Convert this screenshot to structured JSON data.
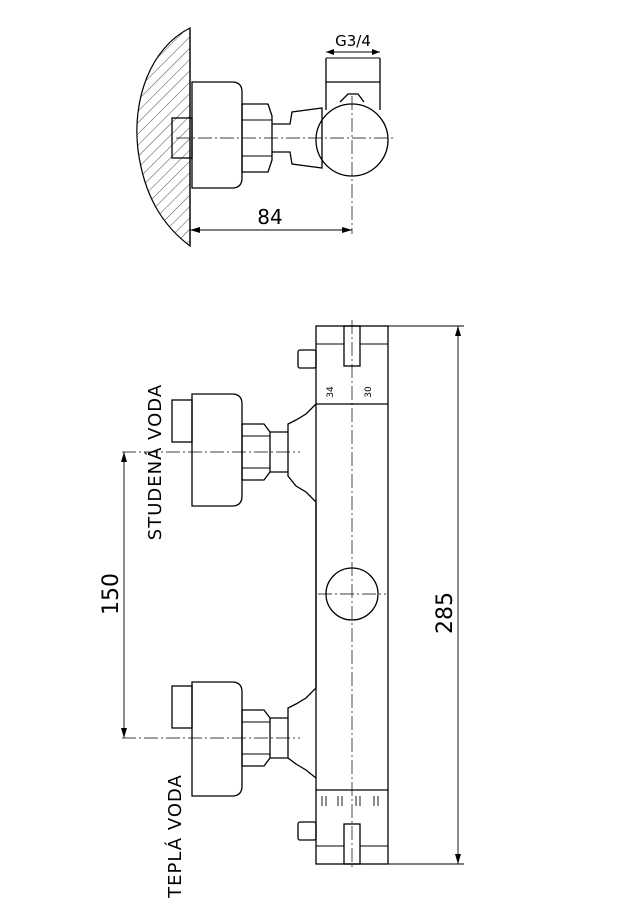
{
  "top_view": {
    "thread_label": "G3/4",
    "depth_dimension": "84"
  },
  "front_view": {
    "cold_inlet_label": "STUDENÁ VODA",
    "hot_inlet_label": "TEPLÁ VODA",
    "inlet_spacing_dimension": "150",
    "length_dimension": "285",
    "scale_mark_left": "34",
    "scale_mark_right": "30"
  }
}
